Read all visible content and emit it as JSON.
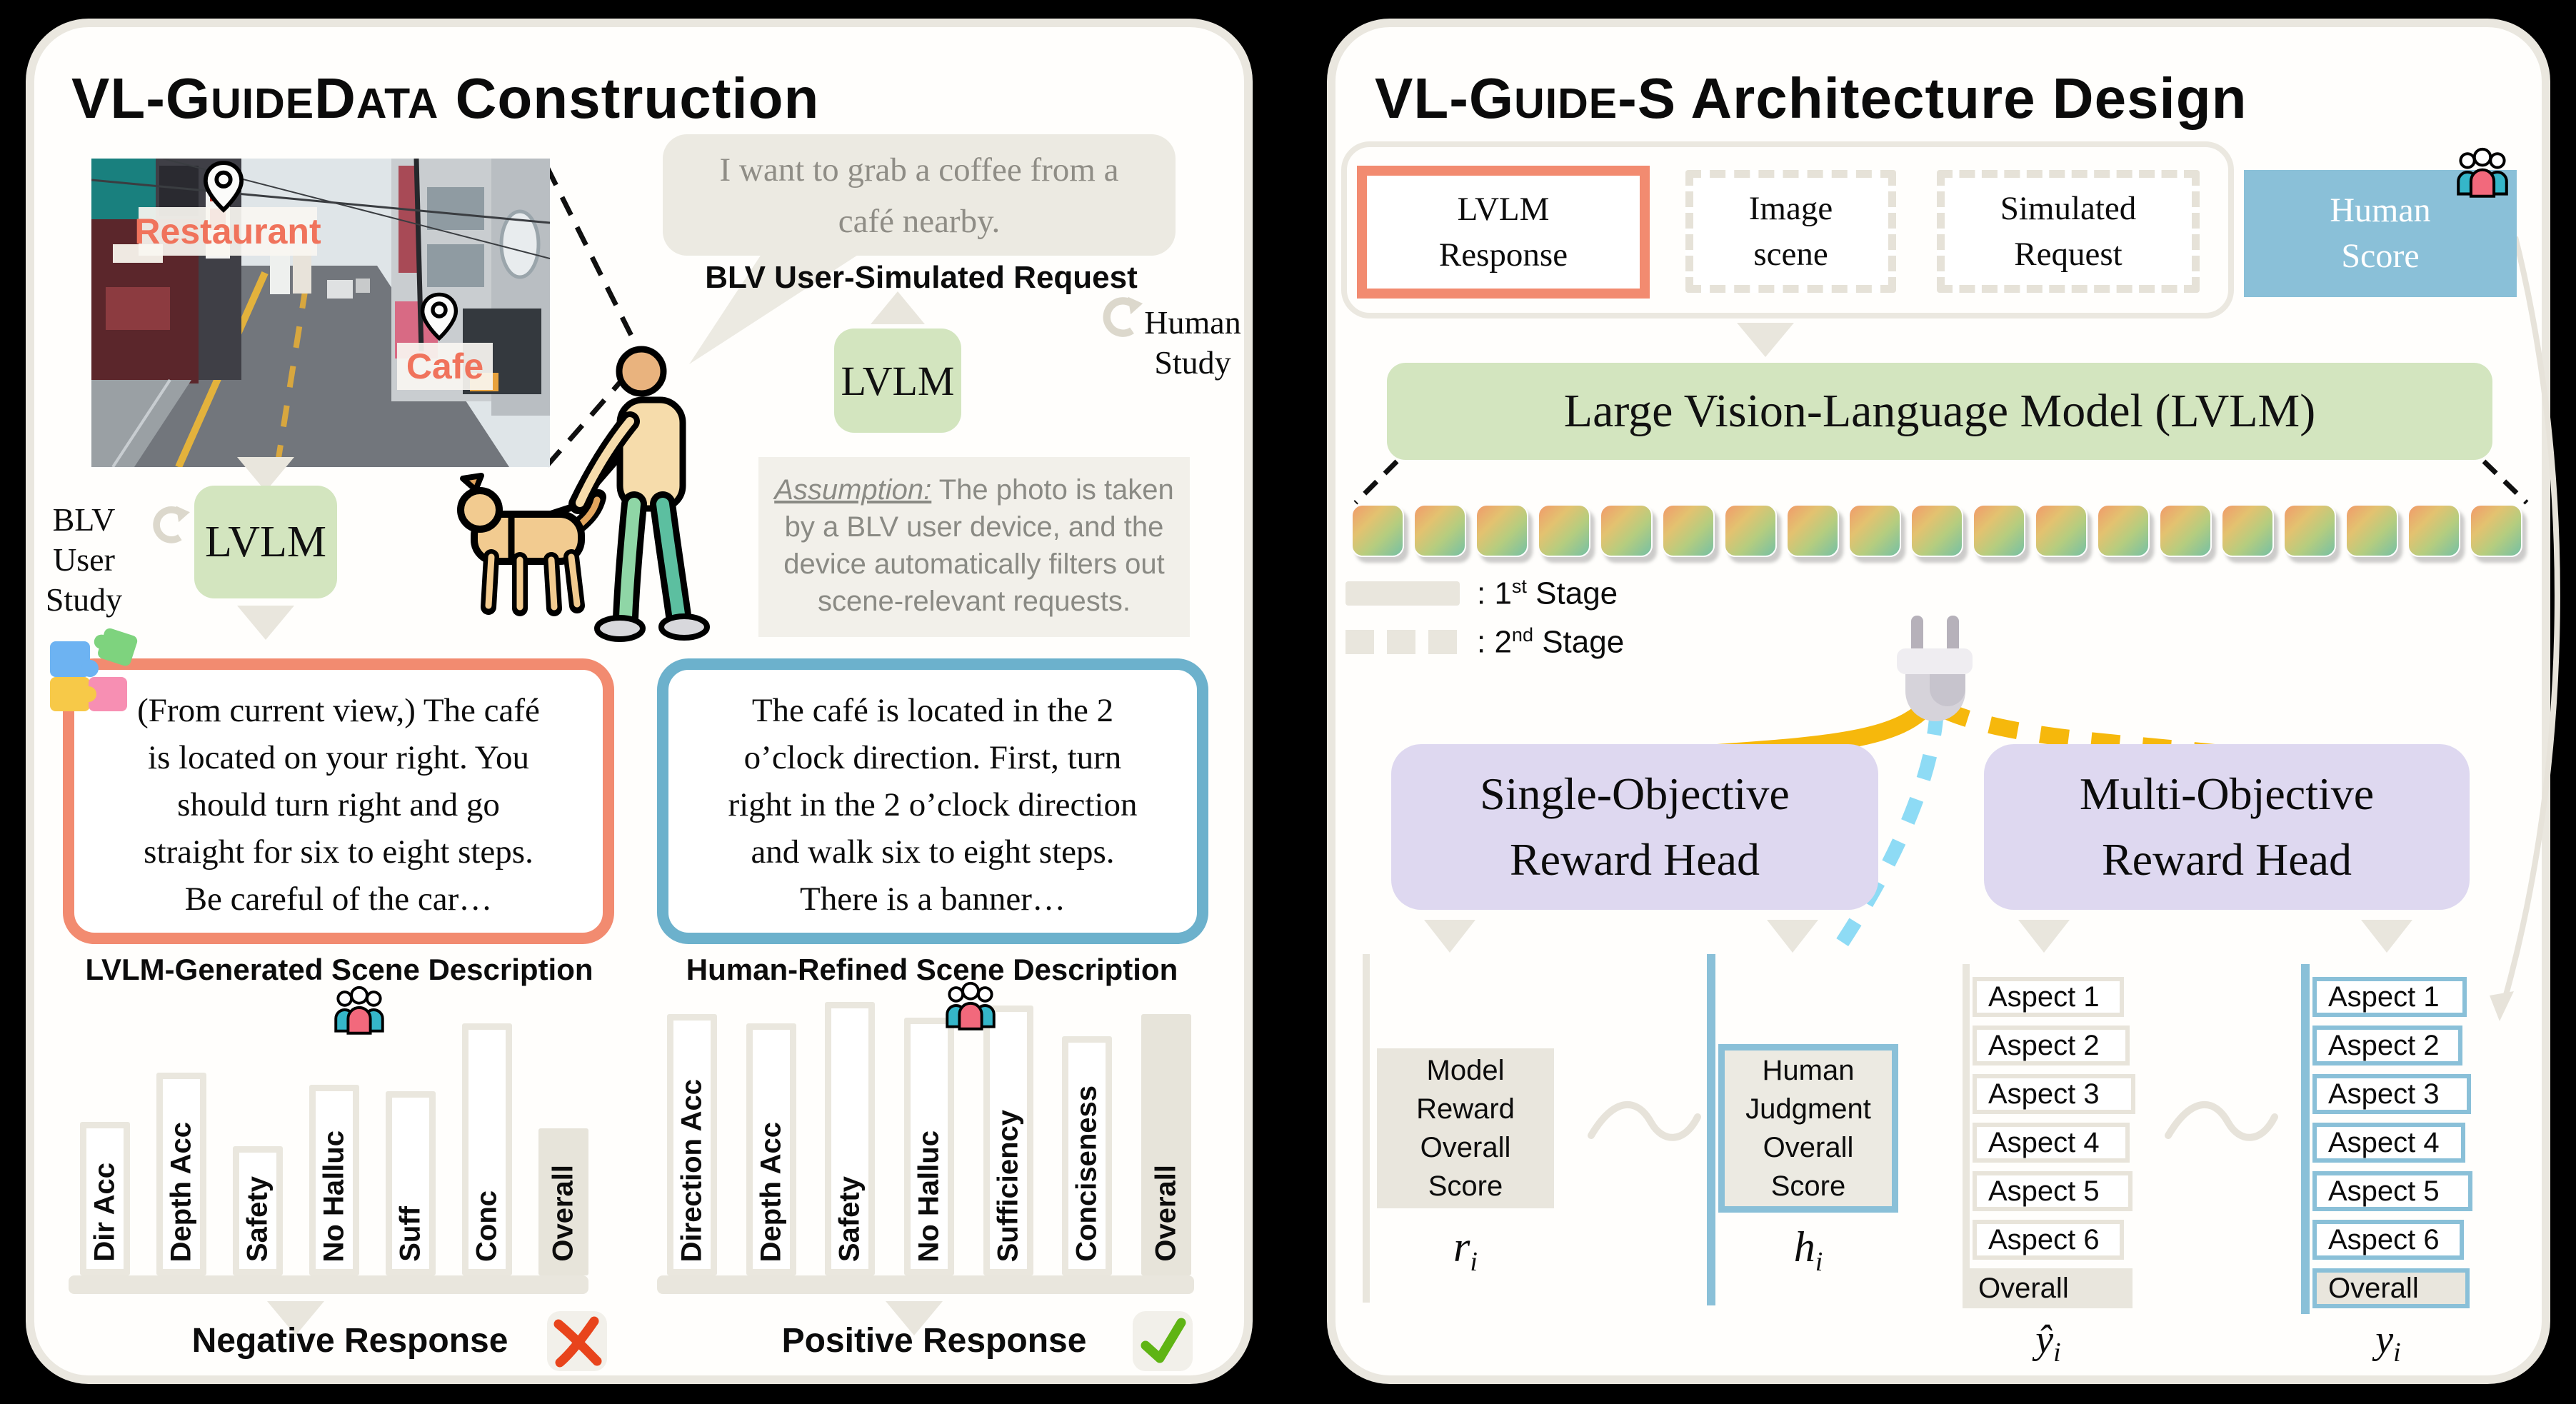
{
  "left": {
    "title": {
      "p1": "VL-G",
      "p2": "UIDE",
      "p3": "D",
      "p4": "ATA",
      "p5": " Construction"
    },
    "photo": {
      "restaurant": "Restaurant",
      "cafe": "Cafe"
    },
    "bubble": {
      "l1": "I want to grab a coffee from a",
      "l2": "café nearby."
    },
    "request_label": "BLV User-Simulated Request",
    "human_study": {
      "l1": "Human",
      "l2": "Study"
    },
    "blv_user_study": {
      "l1": "BLV User",
      "l2": "Study"
    },
    "lvlm_request": "LVLM",
    "lvlm_describe": "LVLM",
    "assumption": {
      "lead": "Assumption:",
      "l1": " The photo is taken",
      "l2": "by a BLV user device, and the",
      "l3": "device automatically filters out",
      "l4": "scene-relevant requests."
    },
    "negative_box": {
      "l1": "(From current view,) The café",
      "l2": "is located on your right. You",
      "l3": "should turn right and go",
      "l4": "straight for six to eight steps.",
      "l5": "Be careful of the car…"
    },
    "positive_box": {
      "l1": "The café is located in the 2",
      "l2": "o’clock direction. First, turn",
      "l3": "right in the 2 o’clock direction",
      "l4": "and walk six to eight steps.",
      "l5": "There is a banner…"
    },
    "negative_caption": "LVLM-Generated Scene Description",
    "positive_caption": "Human-Refined Scene Description",
    "negative_response": "Negative Response",
    "positive_response": "Positive Response"
  },
  "right": {
    "title": {
      "p1": "VL-G",
      "p2": "UIDE",
      "p3": "-S Architecture Design"
    },
    "inputs": {
      "lvlm_response": {
        "l1": "LVLM",
        "l2": "Response"
      },
      "image_scene": {
        "l1": "Image",
        "l2": "scene"
      },
      "simulated_request": {
        "l1": "Simulated",
        "l2": "Request"
      },
      "human_score": {
        "l1": "Human",
        "l2": "Score"
      }
    },
    "lvlm_bar": "Large Vision-Language Model (LVLM)",
    "token_count": 19,
    "legend": {
      "first": {
        "pre": ": 1",
        "sup": "st",
        "post": " Stage"
      },
      "second": {
        "pre": ": 2",
        "sup": "nd",
        "post": " Stage"
      }
    },
    "single_head": {
      "l1": "Single-Objective",
      "l2": "Reward Head"
    },
    "multi_head": {
      "l1": "Multi-Objective",
      "l2": "Reward Head"
    },
    "model_reward": {
      "l1": "Model",
      "l2": "Reward",
      "l3": "Overall",
      "l4": "Score",
      "sym": "r",
      "sub": "i"
    },
    "human_judgment": {
      "l1": "Human",
      "l2": "Judgment",
      "l3": "Overall",
      "l4": "Score",
      "sym": "h",
      "sub": "i"
    },
    "pred_aspects": {
      "items": [
        "Aspect 1",
        "Aspect 2",
        "Aspect 3",
        "Aspect 4",
        "Aspect 5",
        "Aspect 6",
        "Overall"
      ],
      "sym": "ŷ",
      "sub": "i"
    },
    "gold_aspects": {
      "items": [
        "Aspect 1",
        "Aspect 2",
        "Aspect 3",
        "Aspect 4",
        "Aspect 5",
        "Aspect 6",
        "Overall"
      ],
      "sym": "y",
      "sub": "i"
    }
  },
  "colors": {
    "negative_accent": "#f28b70",
    "positive_accent": "#6cb1cc",
    "model_green": "#d3e5bf",
    "reward_purple": "#ded8f0",
    "human_blue": "#8ac0d8",
    "stage_yellow": "#f6b80c",
    "stage2_blue": "#8edbf5",
    "photo_label_orange": "#f0735c",
    "check_green": "#5fb414",
    "cross_red": "#e8441c",
    "neutral_beige": "#e9e6dd"
  },
  "chart_data": [
    {
      "type": "bar",
      "dom": "chart-negative",
      "categories": [
        "Dir Acc",
        "Depth Acc",
        "Safety",
        "No Halluc",
        "Suff",
        "Conc",
        "Overall"
      ],
      "values": [
        0.5,
        0.66,
        0.42,
        0.62,
        0.6,
        0.82,
        0.48
      ],
      "ylim": [
        0,
        1
      ],
      "grid": false,
      "legend_position": "none"
    },
    {
      "type": "bar",
      "dom": "chart-positive",
      "categories": [
        "Direction Acc",
        "Depth Acc",
        "Safety",
        "No Halluc",
        "Sufficiency",
        "Conciseness",
        "Overall"
      ],
      "values": [
        0.85,
        0.82,
        0.89,
        0.84,
        0.88,
        0.78,
        0.85
      ],
      "ylim": [
        0,
        1
      ],
      "grid": false,
      "legend_position": "none"
    }
  ]
}
